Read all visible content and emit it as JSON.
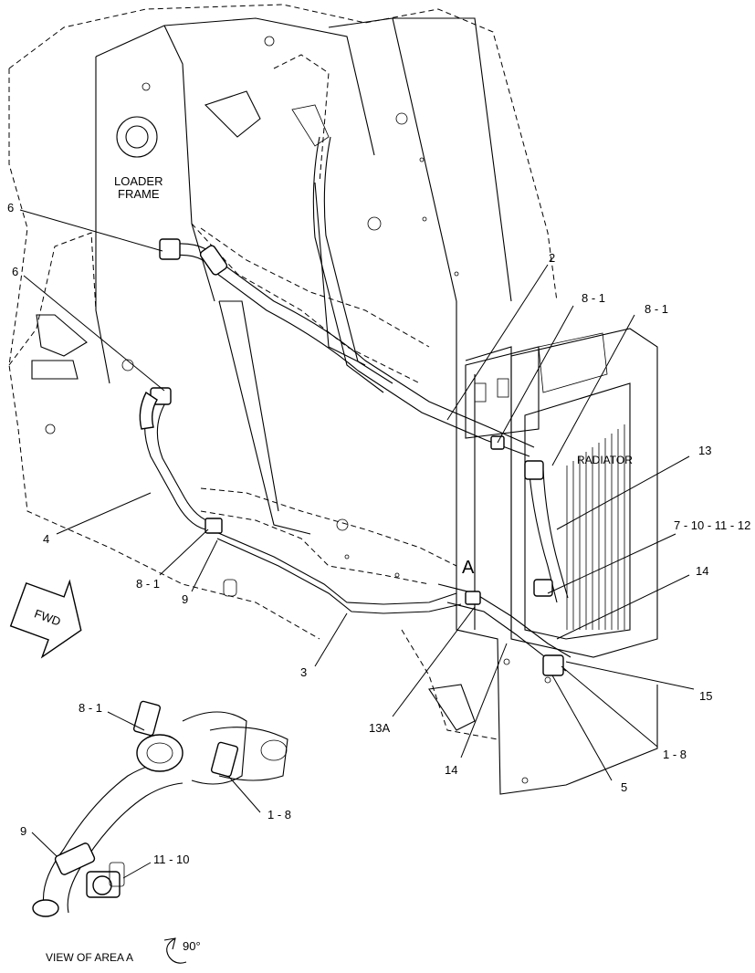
{
  "labels": {
    "loader_frame_1": "LOADER",
    "loader_frame_2": "FRAME",
    "radiator": "RADIATOR",
    "area_a": "A",
    "fwd": "FWD",
    "view_of_area": "VIEW OF AREA  A",
    "rotation": "90°"
  },
  "callouts": {
    "c6_upper": "6",
    "c6_lower": "6",
    "c2": "2",
    "c8_1_a": "8 - 1",
    "c8_1_b": "8 - 1",
    "c13": "13",
    "c7_10_11_12": "7 - 10 - 11 - 12",
    "c14_right": "14",
    "c15": "15",
    "c1_8_right": "1 - 8",
    "c5": "5",
    "c14_bottom": "14",
    "c13a": "13A",
    "c3": "3",
    "c4": "4",
    "c8_1_left": "8 - 1",
    "c9_left": "9",
    "c8_1_detail": "8 - 1",
    "c1_8_detail": "1 - 8",
    "c9_detail": "9",
    "c11_10_detail": "11 - 10"
  }
}
